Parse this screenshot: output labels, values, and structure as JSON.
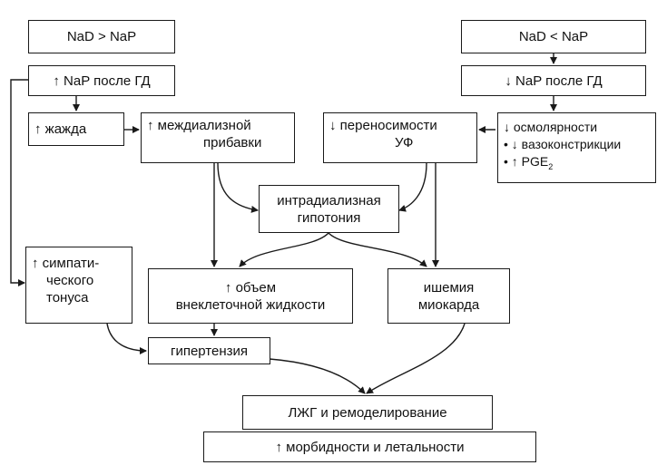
{
  "top_left": "NaD > NaP",
  "top_right": "NaD < NaP",
  "nap_up": "↑ NaP после ГД",
  "nap_down": "↓ NaP после ГД",
  "thirst": "↑  жажда",
  "idwg": [
    "↑ междиализной",
    "прибавки"
  ],
  "uf_intol": [
    "↓  переносимости",
    "УФ"
  ],
  "osmol": {
    "line1": "↓ осмолярности",
    "line2": "• ↓ вазоконстрикции",
    "line3_prefix": "• ↑ PGE",
    "line3_sub": "2"
  },
  "idh": [
    "интрадиализная",
    "гипотония"
  ],
  "symp": [
    "↑ симпати-",
    "ческого",
    "тонуса"
  ],
  "ecv": [
    "↑ объем",
    "внеклеточной жидкости"
  ],
  "ischemia": [
    "ишемия",
    "миокарда"
  ],
  "hypertension": "гипертензия",
  "lvh": "ЛЖГ и ремоделирование",
  "outcome": "↑  морбидности и летальности"
}
